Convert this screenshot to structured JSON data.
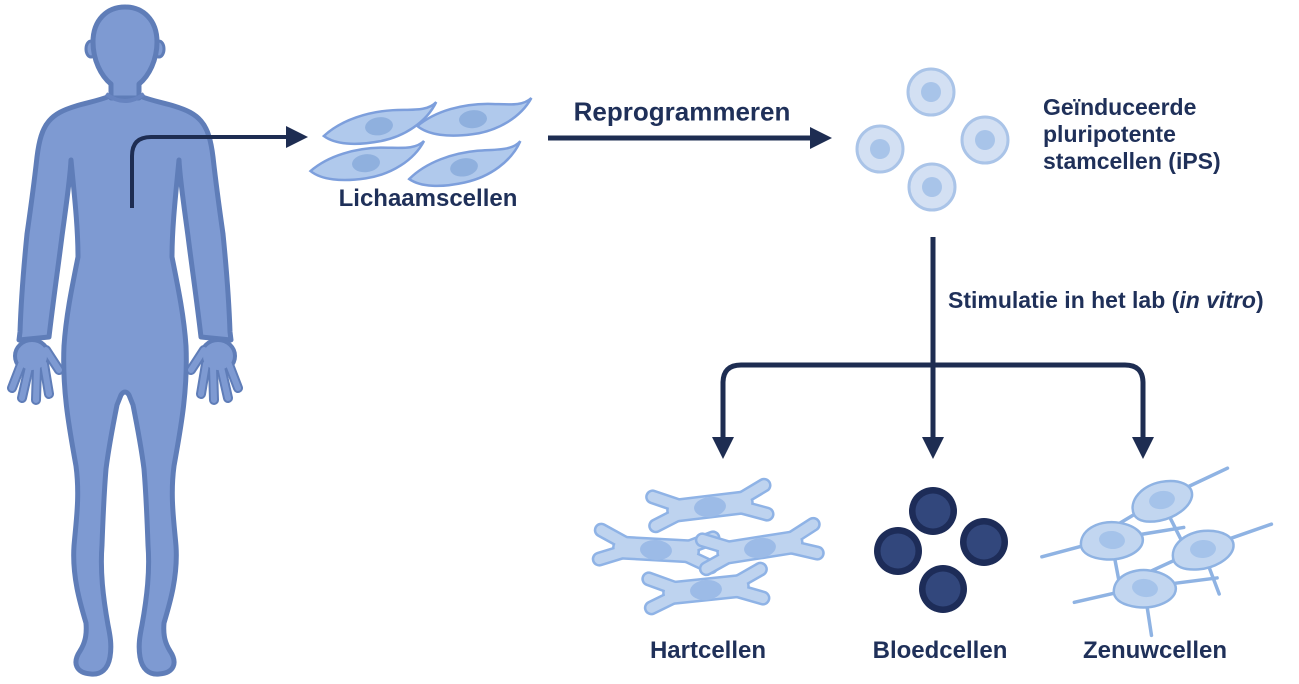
{
  "diagram": {
    "labels": {
      "body_cells": "Lichaamscellen",
      "reprogramming": "Reprogrammeren",
      "ips_cells": "Geïnduceerde pluripotente stamcellen (iPS)",
      "stimulation_prefix": "Stimulatie in het lab (",
      "stimulation_italic": "in vitro",
      "stimulation_suffix": ")",
      "heart_cells": "Hartcellen",
      "blood_cells": "Bloedcellen",
      "nerve_cells": "Zenuwcellen"
    },
    "icons": {
      "human_body": "human-body-silhouette",
      "body_cells": "spindle-fibroblast-cluster",
      "ips_cells": "round-stem-cell-cluster",
      "heart_cells": "branched-cardiomyocyte-cluster",
      "blood_cells": "dark-round-blood-cell-cluster",
      "nerve_cells": "neuron-cluster"
    },
    "colors": {
      "background": "#ffffff",
      "body_fill": "#7e9ad2",
      "body_outline": "#5f7db8",
      "light_cell_fill": "#b0c9ec",
      "light_cell_outline": "#7d9fdc",
      "ips_cell_fill": "#d3e0f3",
      "ips_cell_outline": "#aac4e8",
      "blood_cell_ring": "#1d2c58",
      "blood_cell_fill": "#32477c",
      "arrow_line": "#1e2d52",
      "text": "#1f3059"
    }
  }
}
